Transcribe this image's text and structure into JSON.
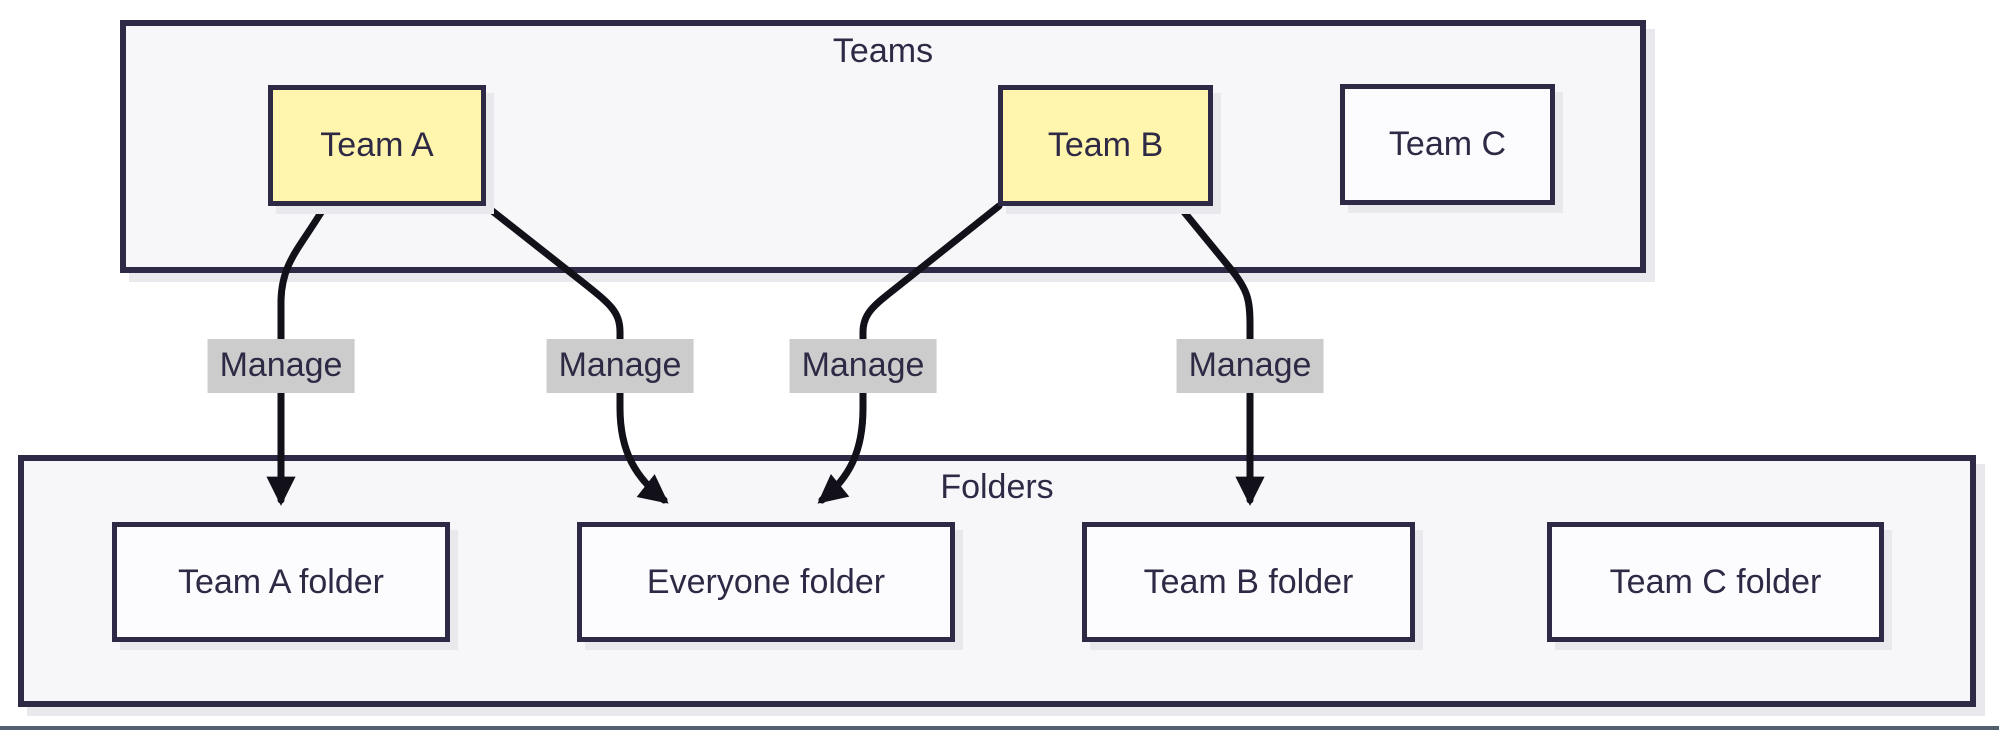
{
  "diagram": {
    "teams_group": {
      "title": "Teams",
      "nodes": [
        {
          "label": "Team A",
          "style": "highlighted-yellow"
        },
        {
          "label": "Team B",
          "style": "highlighted-yellow"
        },
        {
          "label": "Team C",
          "style": "default-white"
        }
      ]
    },
    "folders_group": {
      "title": "Folders",
      "nodes": [
        {
          "label": "Team A folder"
        },
        {
          "label": "Everyone folder"
        },
        {
          "label": "Team B folder"
        },
        {
          "label": "Team C folder"
        }
      ]
    },
    "edges": [
      {
        "from": "Team A",
        "to": "Team A folder",
        "label": "Manage"
      },
      {
        "from": "Team A",
        "to": "Everyone folder",
        "label": "Manage"
      },
      {
        "from": "Team B",
        "to": "Everyone folder",
        "label": "Manage"
      },
      {
        "from": "Team B",
        "to": "Team B folder",
        "label": "Manage"
      }
    ],
    "colors": {
      "border": "#2e2a45",
      "ink": "#2e2a45",
      "container_fill": "#f7f7fa",
      "node_highlight": "#fff5ad",
      "node_default": "#fcfcfe",
      "edge": "#121019",
      "label_bg": "#cccccc",
      "shadow": "#e9e9ed",
      "divider": "#50606e"
    }
  }
}
